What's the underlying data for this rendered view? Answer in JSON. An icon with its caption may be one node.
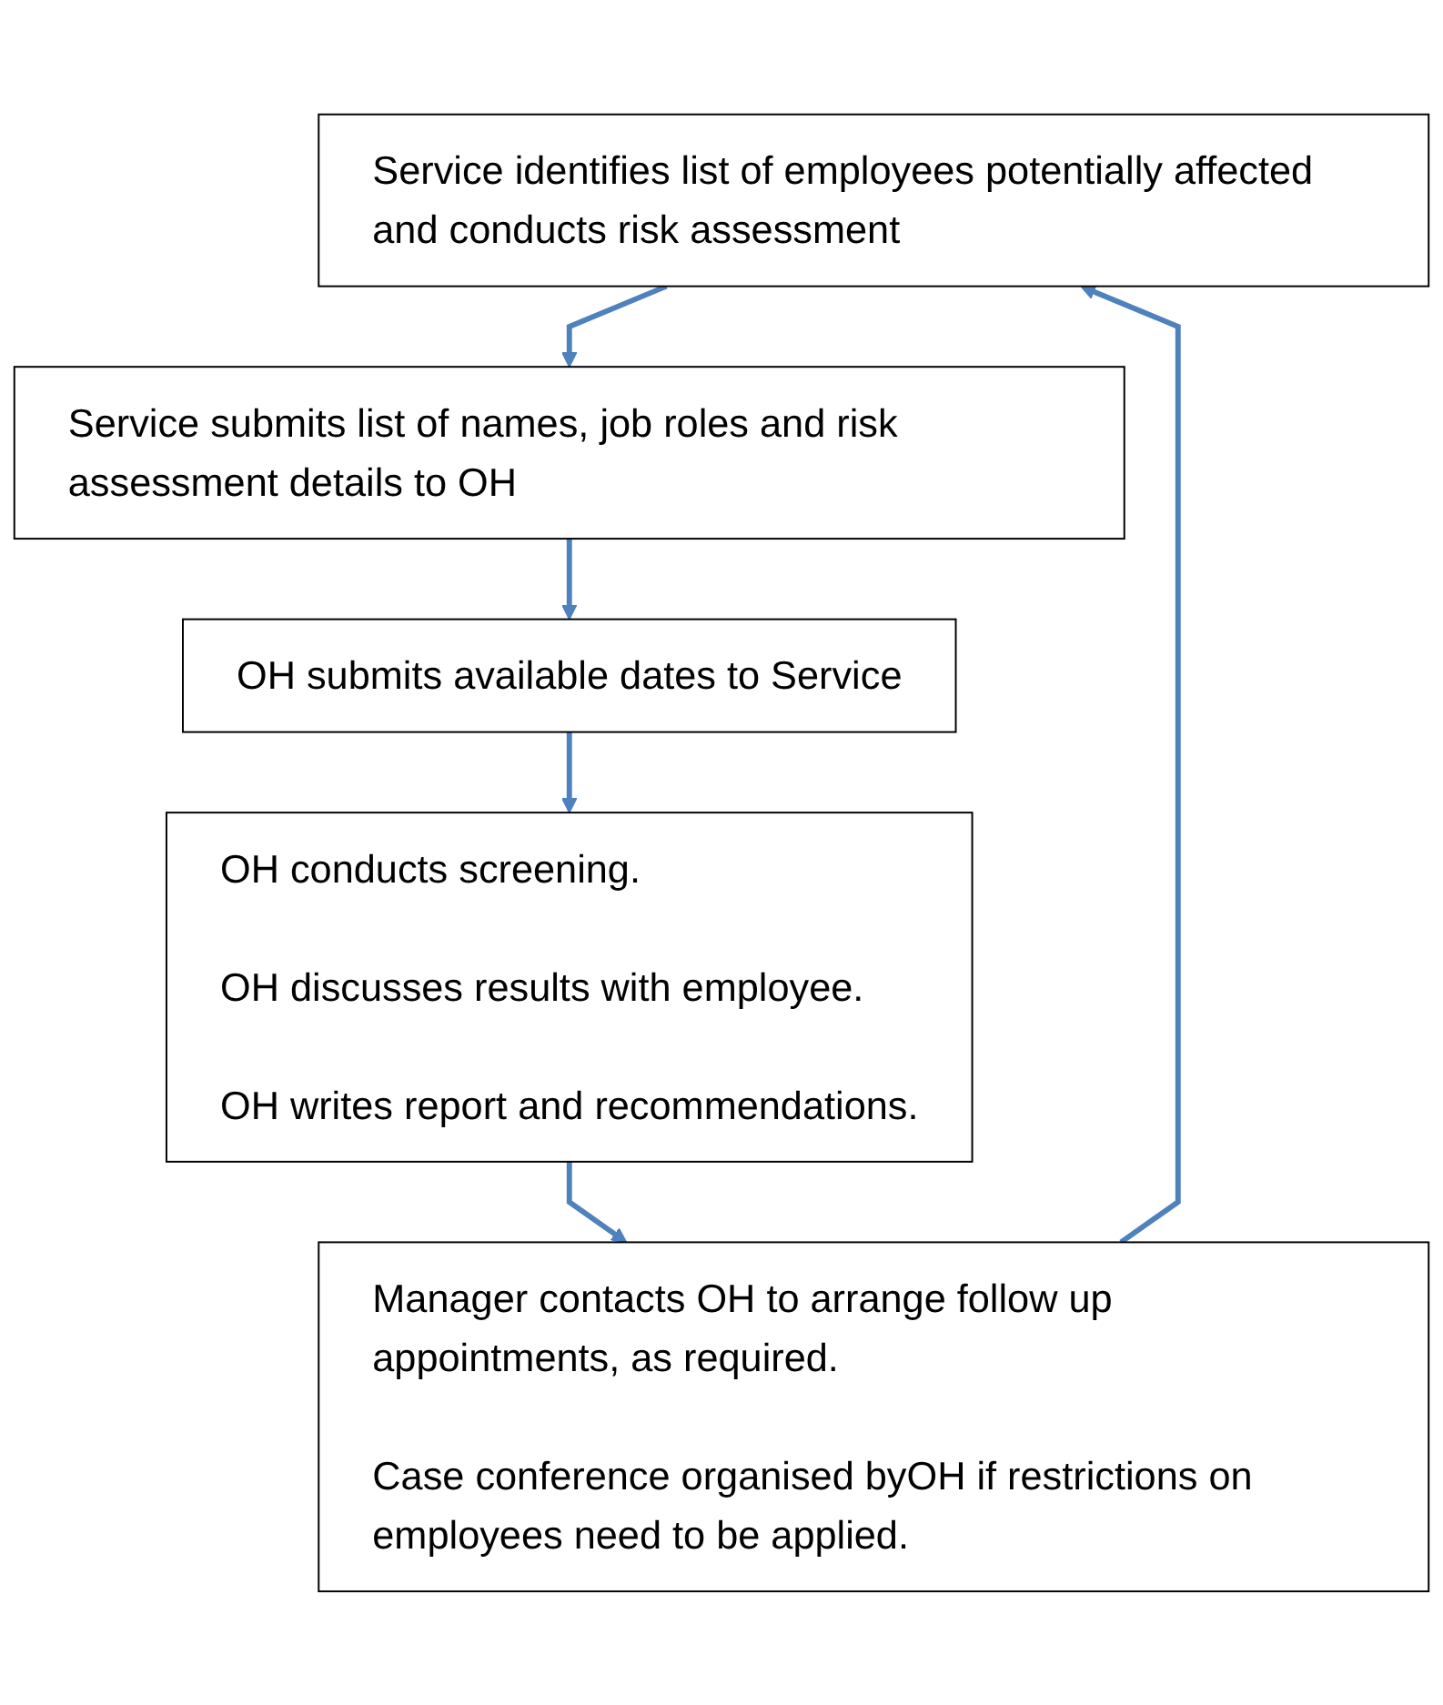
{
  "diagram": {
    "nodes": [
      {
        "text": [
          "Service identifies list of employees potentially affected and conducts risk assessment"
        ]
      },
      {
        "text": [
          "Service submits list of names, job roles and risk assessment details to OH"
        ]
      },
      {
        "text": [
          "OH submits available dates to Service"
        ]
      },
      {
        "text": [
          "OH conducts screening.",
          "OH discusses results with employee.",
          "OH writes report and recommendations."
        ]
      },
      {
        "text": [
          "Manager contacts OH to arrange follow up appointments, as required.",
          "Case conference organised byOH if restrictions on employees need to be applied."
        ]
      }
    ],
    "edges": [
      {
        "from": 0,
        "to": 1,
        "arrow": "to"
      },
      {
        "from": 1,
        "to": 2,
        "arrow": "to"
      },
      {
        "from": 2,
        "to": 3,
        "arrow": "to"
      },
      {
        "from": 3,
        "to": 4,
        "arrow": "to"
      },
      {
        "from": 4,
        "to": 0,
        "arrow": "to"
      }
    ]
  }
}
